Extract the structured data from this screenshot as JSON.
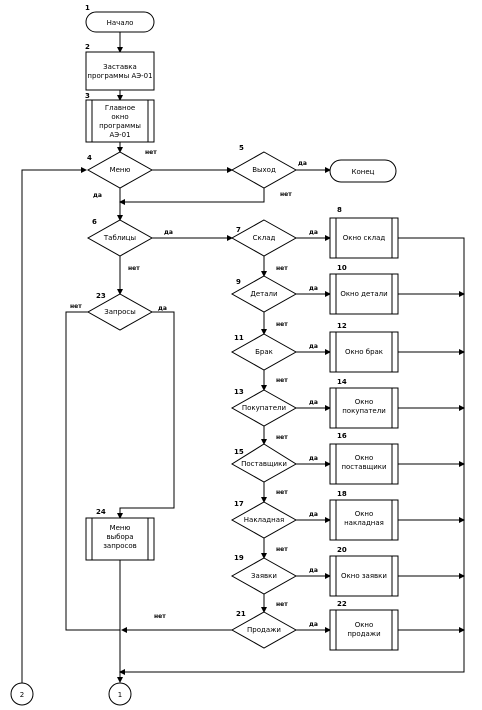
{
  "nodes": {
    "start": {
      "num": "1",
      "label": "Начало"
    },
    "splash": {
      "num": "2",
      "lines": [
        "Заставка",
        "программы АЭ-01"
      ]
    },
    "mainwin": {
      "num": "3",
      "lines": [
        "Главное",
        "окно",
        "программы",
        "АЭ-01"
      ]
    },
    "menu": {
      "num": "4",
      "label": "Меню"
    },
    "exit": {
      "num": "5",
      "label": "Выход"
    },
    "end": {
      "label": "Конец"
    },
    "tables": {
      "num": "6",
      "label": "Таблицы"
    },
    "sklad": {
      "num": "7",
      "label": "Склад"
    },
    "sklad_win": {
      "num": "8",
      "label": "Окно склад"
    },
    "details": {
      "num": "9",
      "label": "Детали"
    },
    "details_win": {
      "num": "10",
      "label": "Окно детали"
    },
    "brak": {
      "num": "11",
      "label": "Брак"
    },
    "brak_win": {
      "num": "12",
      "label": "Окно брак"
    },
    "buyers": {
      "num": "13",
      "label": "Покупатели"
    },
    "buyers_win": {
      "num": "14",
      "lines": [
        "Окно",
        "покупатели"
      ]
    },
    "suppliers": {
      "num": "15",
      "label": "Поставщики"
    },
    "suppliers_win": {
      "num": "16",
      "lines": [
        "Окно",
        "поставщики"
      ]
    },
    "invoice": {
      "num": "17",
      "label": "Накладная"
    },
    "invoice_win": {
      "num": "18",
      "lines": [
        "Окно",
        "накладная"
      ]
    },
    "orders": {
      "num": "19",
      "label": "Заявки"
    },
    "orders_win": {
      "num": "20",
      "label": "Окно заявки"
    },
    "sales": {
      "num": "21",
      "label": "Продажи"
    },
    "sales_win": {
      "num": "22",
      "lines": [
        "Окно",
        "продажи"
      ]
    },
    "queries": {
      "num": "23",
      "label": "Запросы"
    },
    "query_menu": {
      "num": "24",
      "lines": [
        "Меню",
        "выбора",
        "запросов"
      ]
    },
    "conn1": {
      "label": "1"
    },
    "conn2": {
      "label": "2"
    }
  },
  "labels": {
    "yes": "да",
    "no": "нет"
  }
}
